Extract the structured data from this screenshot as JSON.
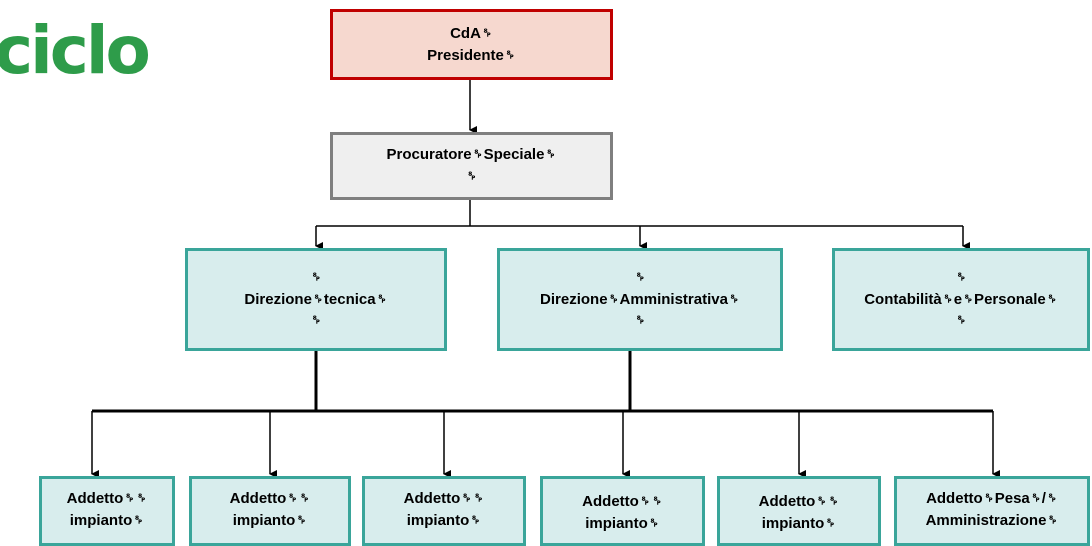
{
  "logo": {
    "text": "ciclo"
  },
  "org": {
    "cda": {
      "line1": "CdA␠",
      "line2": "Presidente␠"
    },
    "procuratore": {
      "line1": "Procuratore␠Speciale␠",
      "line2": "␠"
    },
    "directions": [
      {
        "pre": "␠",
        "label": "Direzione␠tecnica␠",
        "post": "␠"
      },
      {
        "pre": "␠",
        "label": "Direzione␠Amministrativa␠",
        "post": "␠"
      },
      {
        "pre": "␠",
        "label": "Contabilità␠e␠Personale␠",
        "post": "␠"
      }
    ],
    "addetti": [
      {
        "line1": "Addetto␠␠",
        "line2": "impianto␠"
      },
      {
        "line1": "Addetto␠␠",
        "line2": "impianto␠"
      },
      {
        "line1": "Addetto␠␠",
        "line2": "impianto␠"
      },
      {
        "line1": "Addetto␠␠",
        "line2": "impianto␠"
      },
      {
        "line1": "Addetto␠␠",
        "line2": "impianto␠"
      },
      {
        "line1": "Addetto␠Pesa␠/␠",
        "line2": "Amministrazione␠"
      }
    ]
  },
  "colors": {
    "logo": "#2e9c4a",
    "cda_border": "#c00000",
    "cda_fill": "#f6d8cf",
    "proc_border": "#7f7f7f",
    "proc_fill": "#efefef",
    "unit_border": "#3aa59a",
    "unit_fill": "#d8eded"
  }
}
